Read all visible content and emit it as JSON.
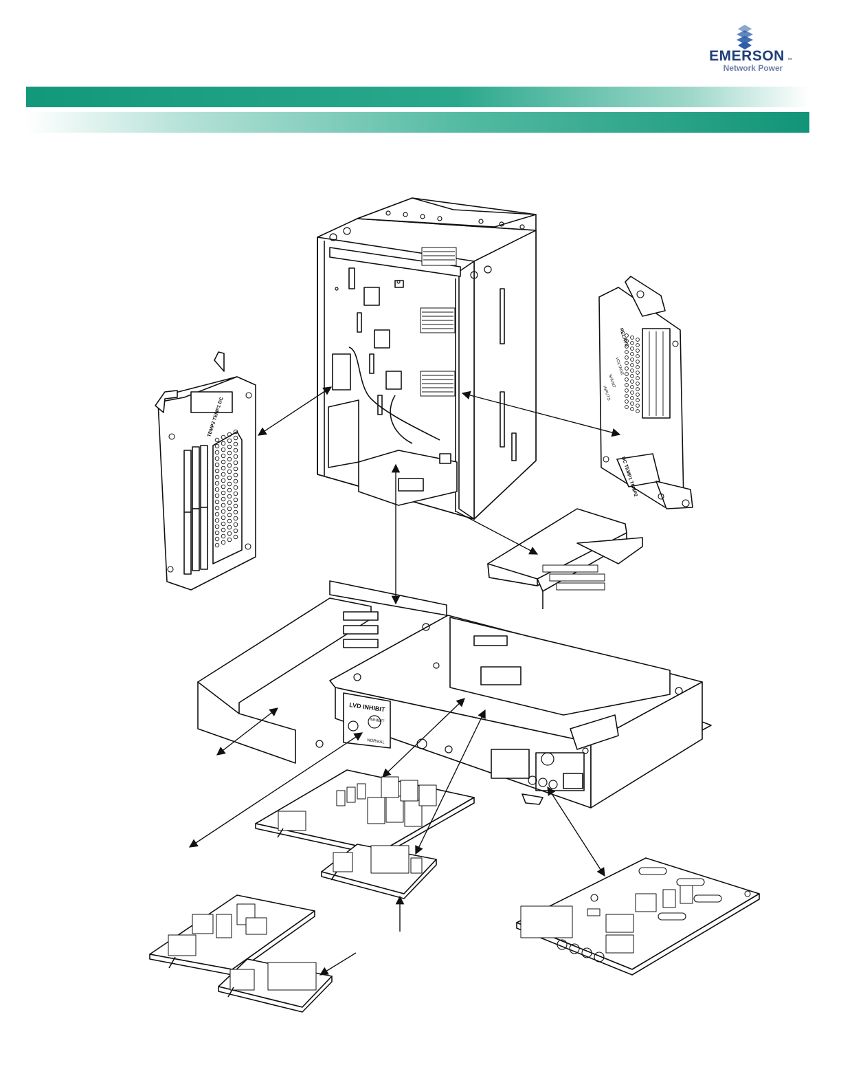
{
  "header": {
    "brand": "EMERSON",
    "brand_tm": "™",
    "brand_sub": "Network Power",
    "brand_color": "#1f3f79",
    "sub_color": "#6d7ea6",
    "band_top_color": "#13987b",
    "band_bottom_color": "#109477",
    "logo_icon": "emerson-globe-icon"
  },
  "drawing": {
    "panel_labels": {
      "lvd_inhibit": "LVD INHIBIT",
      "inhibit": "INHIBIT",
      "normal": "NORMAL"
    },
    "left_board_label": "TEMP2  TEMP1  DC",
    "right_board_labels": {
      "relays": "RELAYS",
      "voltage": "VOLTAGE",
      "shunt": "SHUNT",
      "inputs": "INPUTS",
      "dc_temp": "DC  TEMP1  TEMP2"
    }
  }
}
